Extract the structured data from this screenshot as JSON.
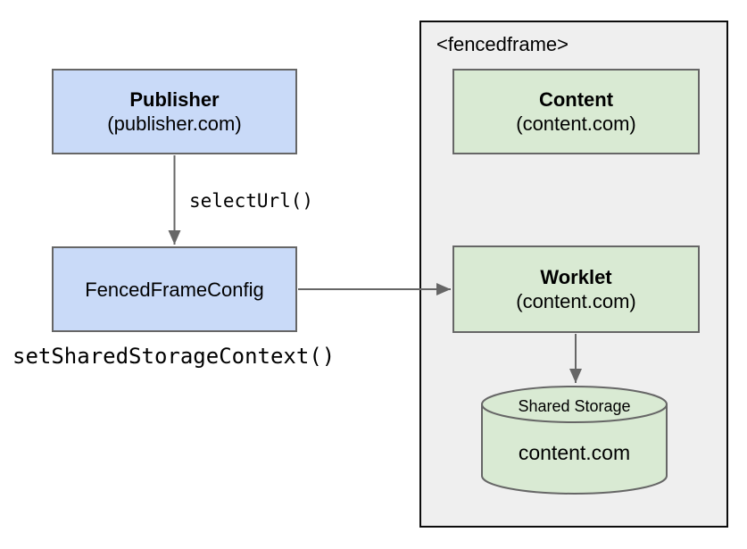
{
  "publisher": {
    "title": "Publisher",
    "subtitle": "(publisher.com)"
  },
  "fenced_frame_config": {
    "title": "FencedFrameConfig"
  },
  "labels": {
    "select_url": "selectUrl()",
    "set_shared_storage_context": "setSharedStorageContext()"
  },
  "fencedframe": {
    "tag_label": "<fencedframe>",
    "content": {
      "title": "Content",
      "subtitle": "(content.com)"
    },
    "worklet": {
      "title": "Worklet",
      "subtitle": "(content.com)"
    },
    "shared_storage": {
      "label": "Shared Storage",
      "origin": "content.com"
    }
  },
  "arrows": [
    {
      "from": "publisher",
      "to": "fenced-frame-config",
      "label": "selectUrl()"
    },
    {
      "from": "fenced-frame-config",
      "to": "worklet",
      "label": ""
    },
    {
      "from": "worklet",
      "to": "shared-storage",
      "label": ""
    }
  ],
  "colors": {
    "publisher_box_fill": "#c9daf8",
    "content_box_fill": "#d9ead3",
    "fencedframe_fill": "#efefef",
    "box_border": "#666666",
    "fencedframe_border": "#0c0c0c",
    "arrow": "#666666",
    "text": "#000000"
  }
}
